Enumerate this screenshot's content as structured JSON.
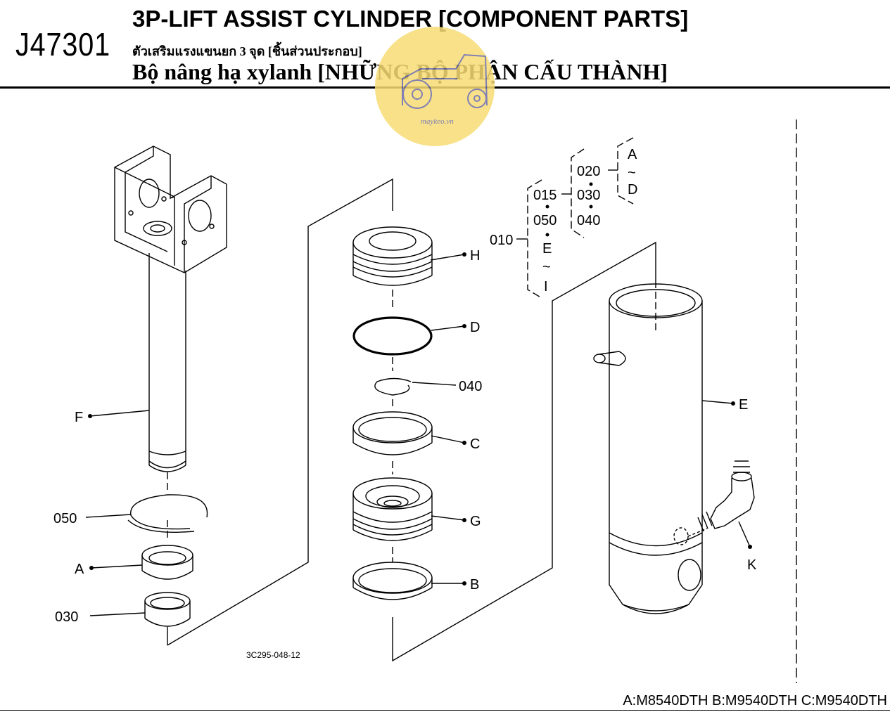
{
  "header": {
    "page_code": "J47301",
    "title_en": "3P-LIFT ASSIST CYLINDER [COMPONENT PARTS]",
    "title_th": "ตัวเสริมแรงแขนยก 3 จุด [ชิ้นส่วนประกอบ]",
    "title_vi": "Bộ nâng hạ xylanh [NHỮNG BỘ PHẬN CẤU THÀNH]"
  },
  "watermark": {
    "text": "maykeo.vn"
  },
  "callouts": {
    "F": "F",
    "050": "050",
    "A": "A",
    "030": "030",
    "H": "H",
    "D": "D",
    "040": "040",
    "C": "C",
    "G": "G",
    "B": "B",
    "E": "E",
    "K": "K"
  },
  "tree": {
    "root": "010",
    "level1": [
      "015",
      "050",
      "E",
      "~",
      "I"
    ],
    "level2": [
      "020",
      "030",
      "040"
    ],
    "level3": [
      "A",
      "~",
      "D"
    ]
  },
  "drawing_code": "3C295-048-12",
  "footer": {
    "models": "A:M8540DTH B:M9540DTH C:M9540DTH"
  },
  "colors": {
    "ink": "#000000",
    "watermark_fill": "#f7dc74",
    "watermark_ink": "#6a6aa8"
  }
}
